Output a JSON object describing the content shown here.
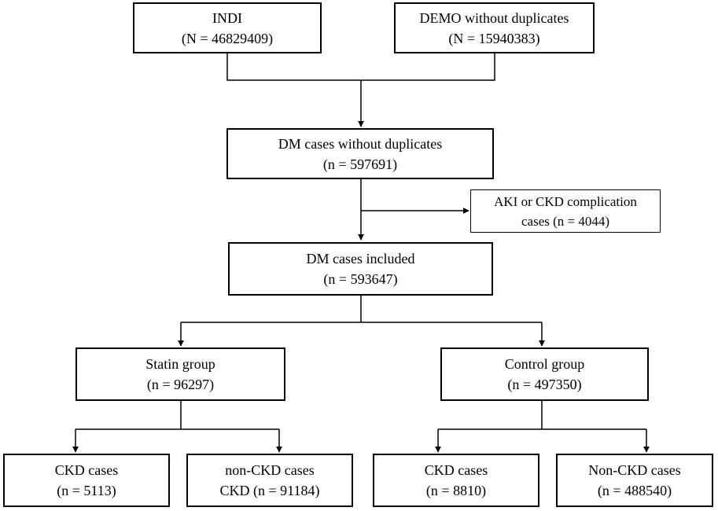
{
  "diagram": {
    "indi": {
      "name": "INDI",
      "count": "(N = 46829409)"
    },
    "demo": {
      "name": "DEMO without duplicates",
      "count": "(N = 15940383)"
    },
    "dm_cases": {
      "name": "DM cases without duplicates",
      "count": "(n = 597691)"
    },
    "excluded": {
      "name": "AKI or CKD complication",
      "count": "cases (n = 4044)"
    },
    "dm_included": {
      "name": "DM cases included",
      "count": "(n = 593647)"
    },
    "statin": {
      "name": "Statin group",
      "count": "(n = 96297)"
    },
    "control": {
      "name": "Control group",
      "count": "(n = 497350)"
    },
    "statin_ckd": {
      "name": "CKD cases",
      "count": "(n = 5113)"
    },
    "statin_nonckd": {
      "name": "non-CKD cases",
      "count": "CKD (n = 91184)"
    },
    "control_ckd": {
      "name": "CKD cases",
      "count": "(n = 8810)"
    },
    "control_nonckd": {
      "name": "Non-CKD cases",
      "count": "(n = 488540)"
    }
  }
}
